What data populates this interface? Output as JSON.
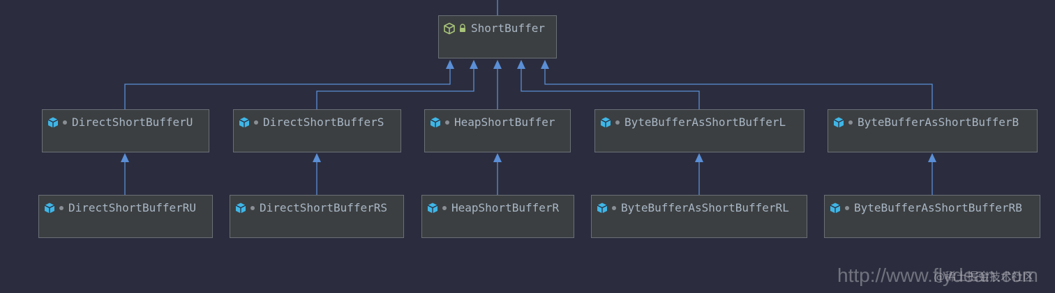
{
  "diagram": {
    "nodes": {
      "root": "ShortBuffer",
      "direct_u": "DirectShortBufferU",
      "direct_s": "DirectShortBufferS",
      "heap": "HeapShortBuffer",
      "bb_l": "ByteBufferAsShortBufferL",
      "bb_b": "ByteBufferAsShortBufferB",
      "direct_ru": "DirectShortBufferRU",
      "direct_rs": "DirectShortBufferRS",
      "heap_r": "HeapShortBufferR",
      "bb_rl": "ByteBufferAsShortBufferRL",
      "bb_rb": "ByteBufferAsShortBufferRB"
    },
    "edges": [
      {
        "from": "direct_u",
        "to": "root"
      },
      {
        "from": "direct_s",
        "to": "root"
      },
      {
        "from": "heap",
        "to": "root"
      },
      {
        "from": "bb_l",
        "to": "root"
      },
      {
        "from": "bb_b",
        "to": "root"
      },
      {
        "from": "direct_ru",
        "to": "direct_u"
      },
      {
        "from": "direct_rs",
        "to": "direct_s"
      },
      {
        "from": "heap_r",
        "to": "heap"
      },
      {
        "from": "bb_rl",
        "to": "bb_l"
      },
      {
        "from": "bb_rb",
        "to": "bb_b"
      }
    ],
    "edge_color": "#5b8fd6",
    "class_icon_color": "#3fb6e6",
    "abstract_icon_color": "#a8c47a"
  },
  "watermark": {
    "url_text": "http://www.flydean.com",
    "cn_text": "@稀土掘金技术社区"
  }
}
